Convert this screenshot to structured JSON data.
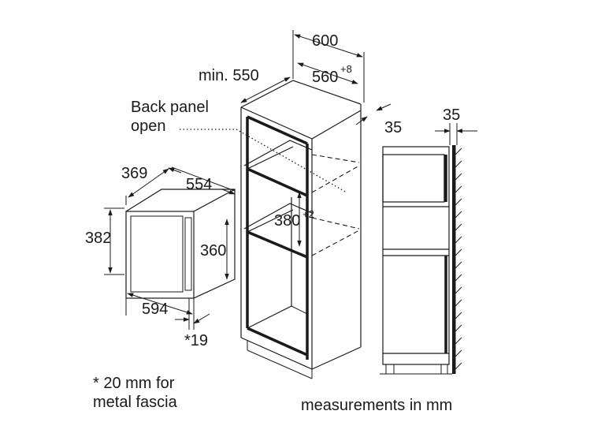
{
  "labels": {
    "d600": "600",
    "min550": "min. 550",
    "d560": "560",
    "d560_tol": "+8",
    "back_panel_line1": "Back panel",
    "back_panel_line2": "open",
    "d35_side": "35",
    "d35_wall": "35",
    "d369": "369",
    "d554": "554",
    "d382": "382",
    "d360": "360",
    "d380": "380",
    "d380_tol": "+2",
    "d594": "594",
    "d19": "*19",
    "footnote_line1": "* 20 mm for",
    "footnote_line2": "metal fascia",
    "units_note": "measurements in mm"
  }
}
